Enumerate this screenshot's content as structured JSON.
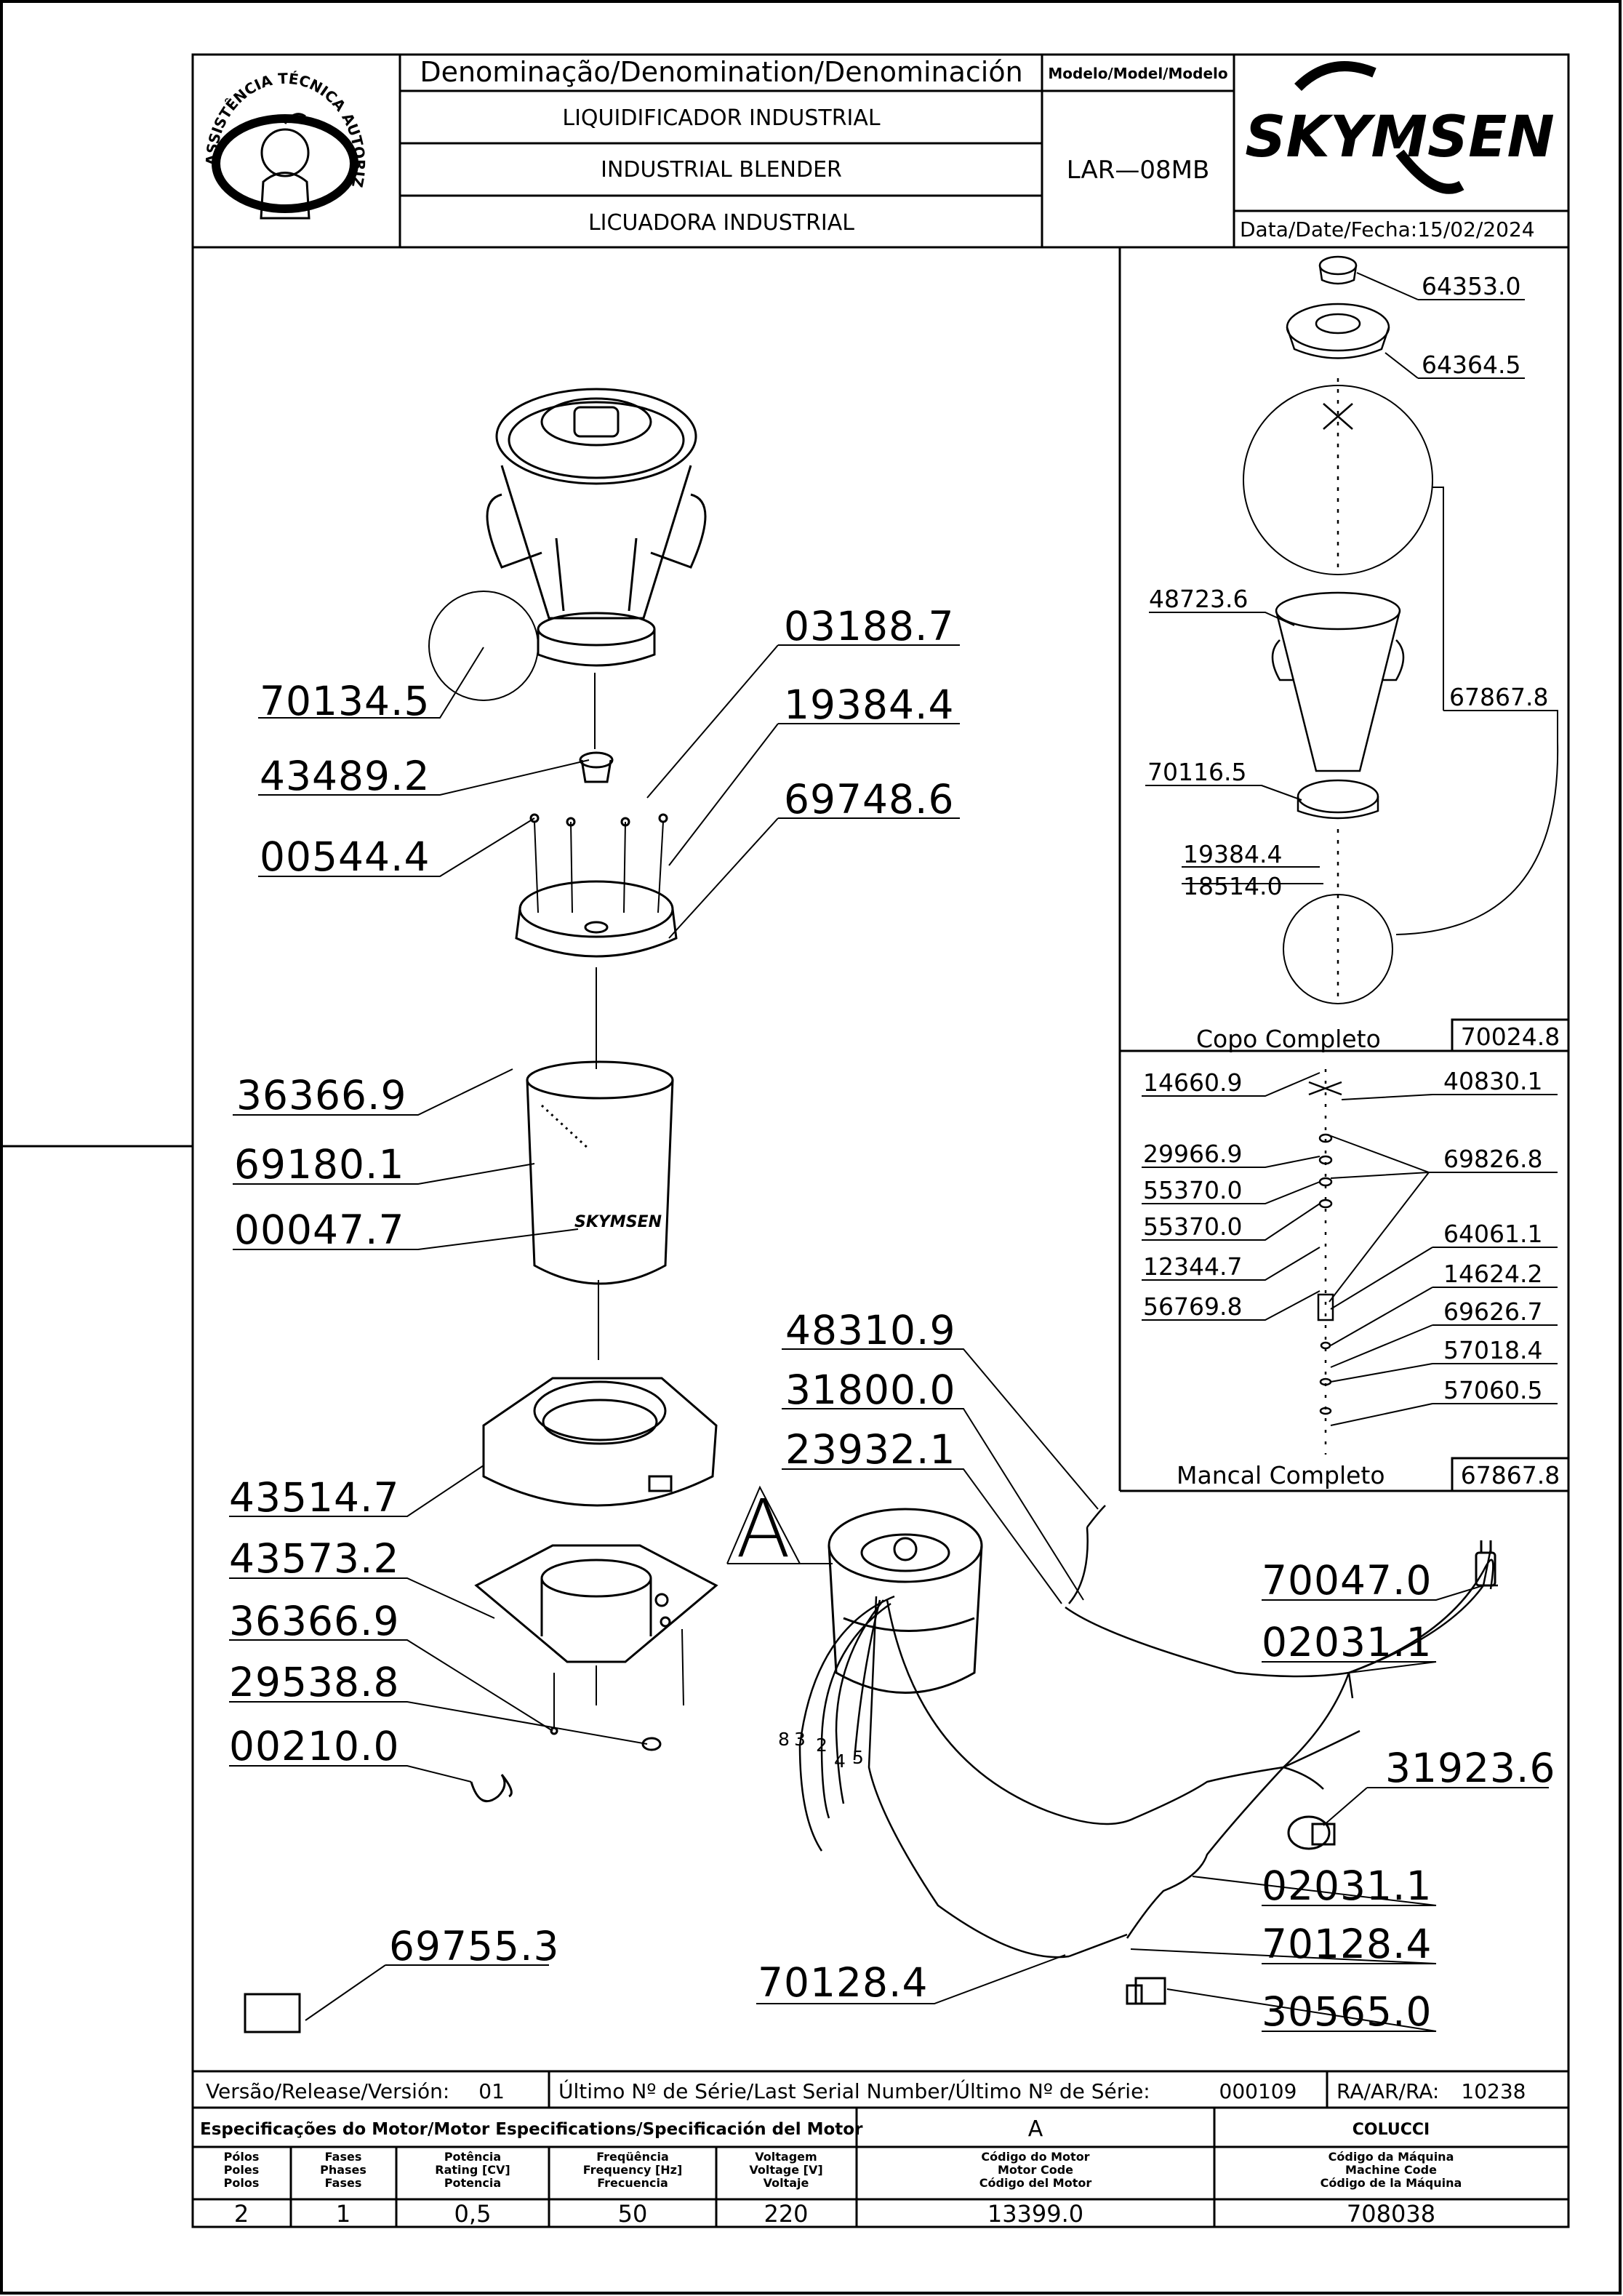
{
  "header": {
    "denomination_label": "Denominação/Denomination/Denominación",
    "names": [
      "LIQUIDIFICADOR  INDUSTRIAL",
      "INDUSTRIAL  BLENDER",
      "LICUADORA  INDUSTRIAL"
    ],
    "model_label": "Modelo/Model/Modelo",
    "model": "LAR—08MB",
    "brand": "SKYMSEN",
    "date_label": "Data/Date/Fecha:",
    "date": "15/02/2024",
    "seal_text": "ASSISTÊNCIA TÉCNICA AUTORIZADA"
  },
  "main_callouts": [
    "70134.5",
    "43489.2",
    "00544.4",
    "03188.7",
    "19384.4",
    "69748.6",
    "36366.9",
    "69180.1",
    "00047.7",
    "43514.7",
    "43573.2",
    "36366.9",
    "29538.8",
    "00210.0",
    "69755.3",
    "48310.9",
    "31800.0",
    "23932.1",
    "70047.0",
    "02031.1",
    "31923.6",
    "02031.1",
    "70128.4",
    "70128.4",
    "30565.0"
  ],
  "detail_label": "A",
  "wire_numbers": [
    "8",
    "3",
    "2",
    "4",
    "5"
  ],
  "can_logo": "SKYMSEN",
  "cup_panel": {
    "callouts": [
      "64353.0",
      "64364.5",
      "48723.6",
      "67867.8",
      "70116.5",
      "19384.4",
      "18514.0"
    ],
    "title": "Copo  Completo",
    "code": "70024.8"
  },
  "bearing_panel": {
    "callouts": [
      "14660.9",
      "40830.1",
      "29966.9",
      "69826.8",
      "55370.0",
      "55370.0",
      "64061.1",
      "12344.7",
      "14624.2",
      "56769.8",
      "69626.7",
      "57018.4",
      "57060.5"
    ],
    "title": "Mancal  Completo",
    "code": "67867.8"
  },
  "footer": {
    "version_label": "Versão/Release/Versión:",
    "version": "01",
    "serial_label": "Último Nº de Série/Last Serial Number/Último Nº de Série:",
    "serial": "000109",
    "ra_label": "RA/AR/RA:",
    "ra": "10238",
    "motor_spec_label": "Especificações do Motor/Motor Especifications/Specificación del Motor",
    "motor_type": "A",
    "manufacturer": "COLUCCI",
    "col_poles": [
      "Pólos",
      "Poles",
      "Polos"
    ],
    "col_phases": [
      "Fases",
      "Phases",
      "Fases"
    ],
    "col_power": [
      "Potência",
      "Rating [CV]",
      "Potencia"
    ],
    "col_frequency": [
      "Freqüência",
      "Frequency [Hz]",
      "Frecuencia"
    ],
    "col_voltage": [
      "Voltagem",
      "Voltage [V]",
      "Voltaje"
    ],
    "col_motor_code": [
      "Código do Motor",
      "Motor Code",
      "Código del Motor"
    ],
    "col_machine_code": [
      "Código da Máquina",
      "Machine Code",
      "Código de la Máquina"
    ],
    "values": {
      "poles": "2",
      "phases": "1",
      "power": "0,5",
      "frequency": "50",
      "voltage": "220",
      "motor_code": "13399.0",
      "machine_code": "708038"
    }
  }
}
